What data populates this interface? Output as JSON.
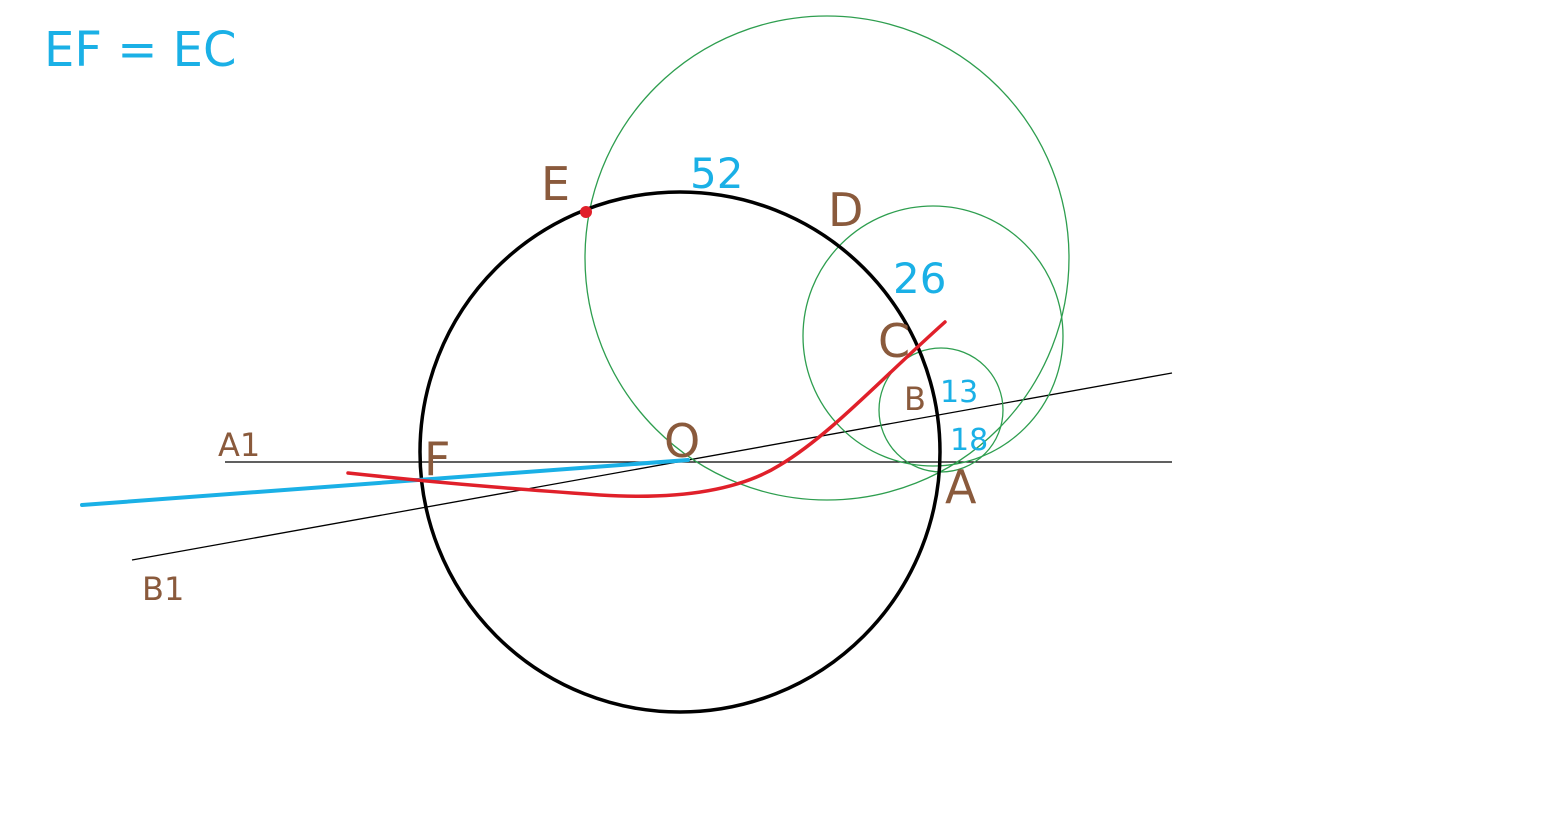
{
  "note": "EF = EC",
  "points": {
    "E": "E",
    "O": "O",
    "D": "D",
    "C": "C",
    "B": "B",
    "A": "A",
    "F": "F",
    "A1": "A1",
    "B1": "B1"
  },
  "numbers": {
    "n52": "52",
    "n26": "26",
    "n13": "13",
    "n18": "18"
  },
  "colors": {
    "main_circle": "#000000",
    "construction_circles": "#2e9e4f",
    "red_curve": "#e0202a",
    "blue_line": "#1ab0e6",
    "point_labels": "#8a5a3c",
    "number_labels": "#1ab0e6"
  }
}
